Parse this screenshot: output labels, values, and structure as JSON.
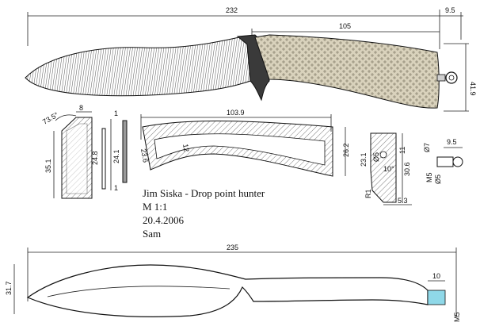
{
  "title_block": {
    "line1": "Jim Siska - Drop point hunter",
    "line2": "M 1:1",
    "line3": "20.4.2006",
    "line4": "Sam"
  },
  "dimensions": {
    "overall_length": "232",
    "handle_length": "105",
    "lanyard_offset": "9.5",
    "overall_height": "41.9",
    "front_angle": "73.5°",
    "bolster_width": "8",
    "bolster_height": "35.1",
    "spacer_width": "1",
    "spacer_height_a": "24.8",
    "spacer_height_b": "24.1",
    "spacer_bottom": "1",
    "scale_length": "103.9",
    "scale_front": "23.6",
    "scale_mid": "12",
    "scale_rear": "26.2",
    "pommel_top": "23.1",
    "pommel_hole": "Ø5",
    "pommel_upper": "11",
    "pommel_angle": "10°",
    "pommel_mid": "30.6",
    "pommel_radius": "R1",
    "pommel_bottom": "5.3",
    "lanyard_dia": "Ø7",
    "lanyard_len": "9.5",
    "lanyard_thread": "M5",
    "lanyard_hole": "Ø5",
    "blank_length": "235",
    "blank_height": "31.7",
    "tang_end": "10",
    "tang_thread": "M5"
  },
  "colors": {
    "line": "#111111",
    "blade_hatch": "#555555",
    "bolster": "#3a3a3a",
    "handle_fill": "#d8d0b8",
    "tang_tip": "#8fd8e8"
  }
}
